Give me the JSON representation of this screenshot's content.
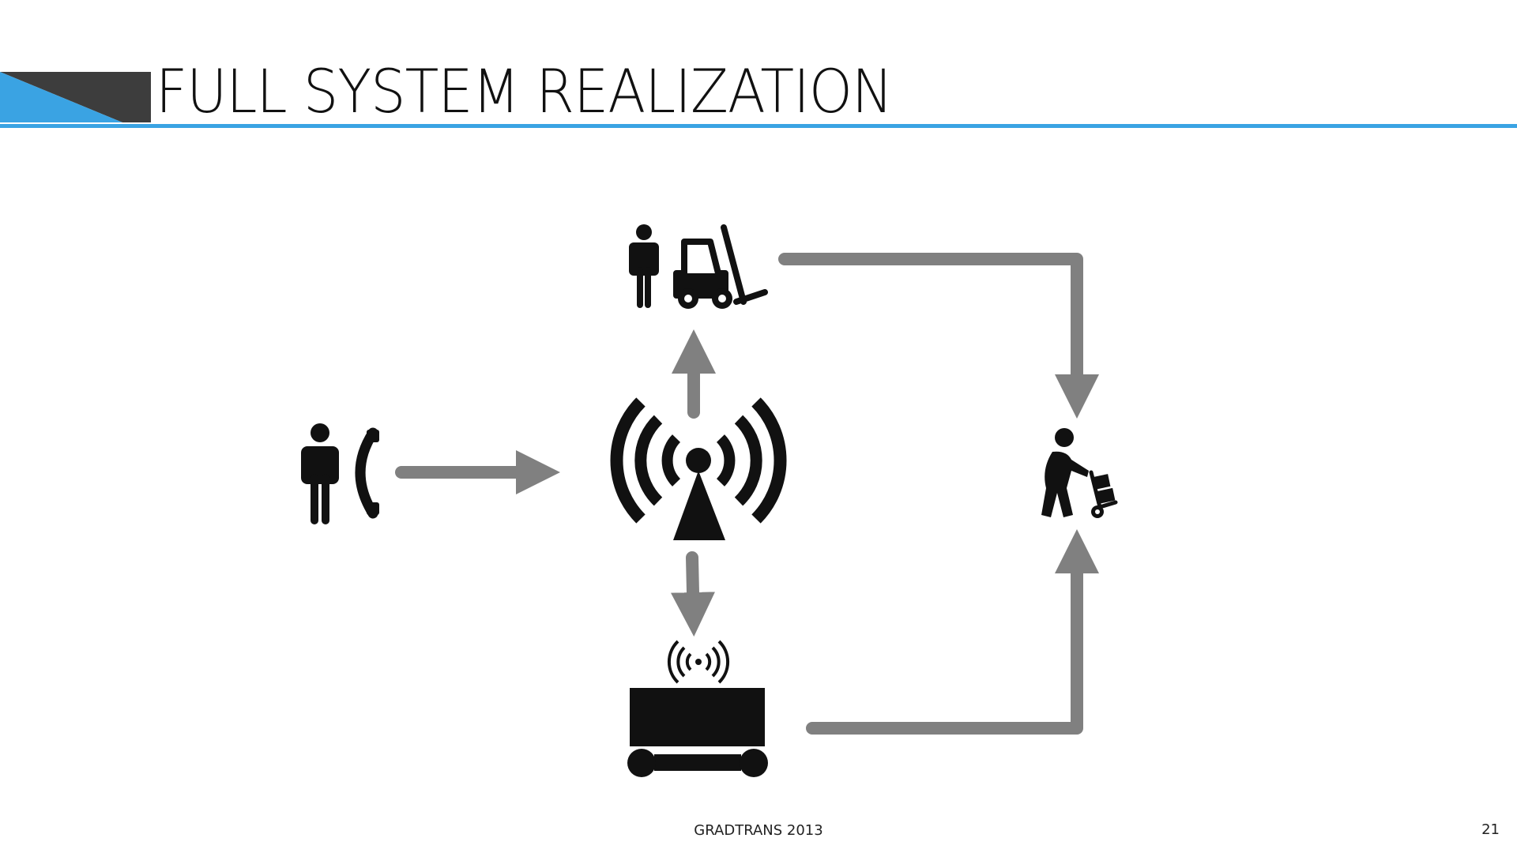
{
  "slide": {
    "title": "FULL SYSTEM REALIZATION",
    "footer": "GRADTRANS 2013",
    "page_number": "21"
  },
  "colors": {
    "accent_blue": "#3aa3e3",
    "header_dark": "#3d3d3d",
    "arrow_gray": "#808080",
    "icon_black": "#111111"
  },
  "diagram": {
    "nodes": [
      {
        "id": "caller",
        "icon": "person-with-phone-icon"
      },
      {
        "id": "wireless-hub",
        "icon": "wireless-tower-icon"
      },
      {
        "id": "forklift-operator",
        "icon": "person-with-forklift-icon"
      },
      {
        "id": "autonomous-cart",
        "icon": "robotic-cart-icon"
      },
      {
        "id": "delivery",
        "icon": "person-with-hand-truck-icon"
      }
    ],
    "edges": [
      {
        "from": "caller",
        "to": "wireless-hub"
      },
      {
        "from": "wireless-hub",
        "to": "forklift-operator"
      },
      {
        "from": "wireless-hub",
        "to": "autonomous-cart"
      },
      {
        "from": "forklift-operator",
        "to": "delivery"
      },
      {
        "from": "autonomous-cart",
        "to": "delivery"
      }
    ]
  }
}
